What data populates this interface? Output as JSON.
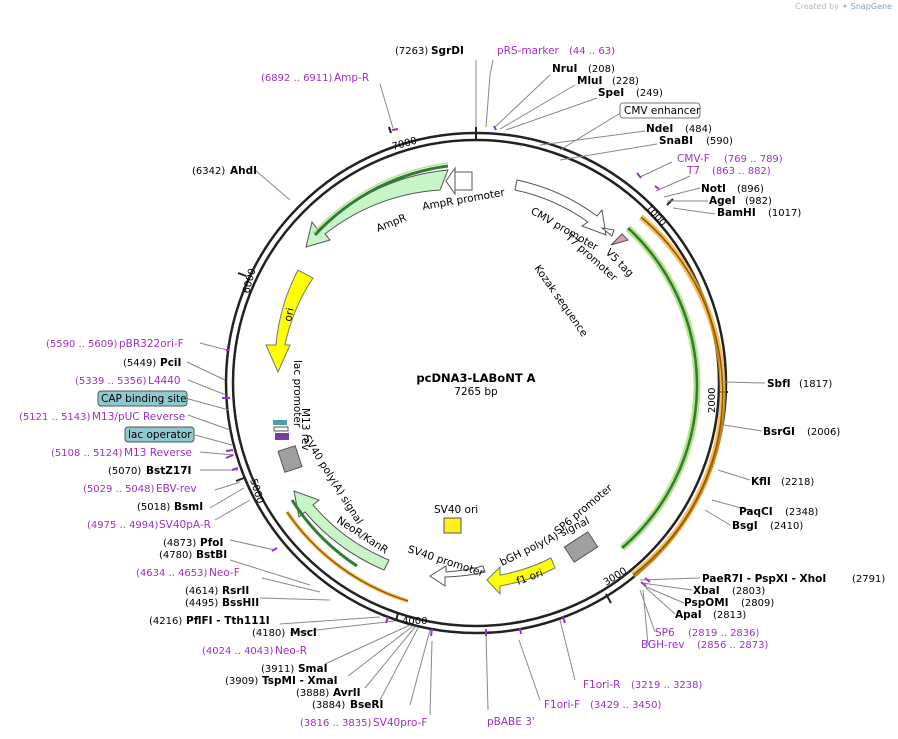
{
  "credit": {
    "prefix": "Created by",
    "brand": "SnapGene"
  },
  "plasmid": {
    "name": "pcDNA3-LABoNT A",
    "size": "7265 bp"
  },
  "ticks": [
    "1000",
    "2000",
    "3000",
    "4000",
    "5000",
    "6000",
    "7000"
  ],
  "sites": [
    {
      "enzyme": "SgrDI",
      "pos": "(7263)"
    },
    {
      "enzyme": "NruI",
      "pos": "(208)"
    },
    {
      "enzyme": "MluI",
      "pos": "(228)"
    },
    {
      "enzyme": "SpeI",
      "pos": "(249)"
    },
    {
      "enzyme": "NdeI",
      "pos": "(484)"
    },
    {
      "enzyme": "SnaBI",
      "pos": "(590)"
    },
    {
      "enzyme": "NotI",
      "pos": "(896)"
    },
    {
      "enzyme": "AgeI",
      "pos": "(982)"
    },
    {
      "enzyme": "BamHI",
      "pos": "(1017)"
    },
    {
      "enzyme": "SbfI",
      "pos": "(1817)"
    },
    {
      "enzyme": "BsrGI",
      "pos": "(2006)"
    },
    {
      "enzyme": "KflI",
      "pos": "(2218)"
    },
    {
      "enzyme": "PaqCI",
      "pos": "(2348)"
    },
    {
      "enzyme": "BsgI",
      "pos": "(2410)"
    },
    {
      "enzyme": "PaeR7I - PspXI - XhoI",
      "pos": "(2791)"
    },
    {
      "enzyme": "XbaI",
      "pos": "(2803)"
    },
    {
      "enzyme": "PspOMI",
      "pos": "(2809)"
    },
    {
      "enzyme": "ApaI",
      "pos": "(2813)"
    },
    {
      "enzyme": "MscI",
      "pos": "(4180)"
    },
    {
      "enzyme": "PflFI - Tth111I",
      "pos": "(4216)"
    },
    {
      "enzyme": "SmaI",
      "pos": "(3911)"
    },
    {
      "enzyme": "TspMI - XmaI",
      "pos": "(3909)"
    },
    {
      "enzyme": "AvrII",
      "pos": "(3888)"
    },
    {
      "enzyme": "BseRI",
      "pos": "(3884)"
    },
    {
      "enzyme": "BssHII",
      "pos": "(4495)"
    },
    {
      "enzyme": "RsrII",
      "pos": "(4614)"
    },
    {
      "enzyme": "BstBI",
      "pos": "(4780)"
    },
    {
      "enzyme": "PfoI",
      "pos": "(4873)"
    },
    {
      "enzyme": "BsmI",
      "pos": "(5018)"
    },
    {
      "enzyme": "BstZ17I",
      "pos": "(5070)"
    },
    {
      "enzyme": "PciI",
      "pos": "(5449)"
    },
    {
      "enzyme": "AhdI",
      "pos": "(6342)"
    }
  ],
  "primers": [
    {
      "name": "pRS-marker",
      "range": "(44 .. 63)"
    },
    {
      "name": "Amp-R",
      "range": "(6892 .. 6911)"
    },
    {
      "name": "CMV-F",
      "range": "(769 .. 789)"
    },
    {
      "name": "T7",
      "range": "(863 .. 882)"
    },
    {
      "name": "SP6",
      "range": "(2819 .. 2836)"
    },
    {
      "name": "BGH-rev",
      "range": "(2856 .. 2873)"
    },
    {
      "name": "F1ori-R",
      "range": "(3219 .. 3238)"
    },
    {
      "name": "F1ori-F",
      "range": "(3429 .. 3450)"
    },
    {
      "name": "pBABE 3'",
      "range": ""
    },
    {
      "name": "SV40pro-F",
      "range": "(3816 .. 3835)"
    },
    {
      "name": "Neo-R",
      "range": "(4024 .. 4043)"
    },
    {
      "name": "Neo-F",
      "range": "(4634 .. 4653)"
    },
    {
      "name": "SV40pA-R",
      "range": "(4975 .. 4994)"
    },
    {
      "name": "EBV-rev",
      "range": "(5029 .. 5048)"
    },
    {
      "name": "M13 Reverse",
      "range": "(5108 .. 5124)"
    },
    {
      "name": "M13/pUC Reverse",
      "range": "(5121 .. 5143)"
    },
    {
      "name": "L4440",
      "range": "(5339 .. 5356)"
    },
    {
      "name": "pBR322ori-F",
      "range": "(5590 .. 5609)"
    }
  ],
  "boxed_labels": [
    "CMV enhancer",
    "CAP binding site",
    "lac operator"
  ],
  "features": [
    "AmpR promoter",
    "AmpR",
    "ori",
    "lac promoter",
    "M13 rev",
    "SV40 poly(A) signal",
    "NeoR/KanR",
    "SV40 promoter",
    "SV40 ori",
    "f1 ori",
    "bGH poly(A) signal",
    "SP6 promoter",
    "CMV promoter",
    "T7 promoter",
    "V5 tag",
    "Kozak sequence"
  ],
  "colors": {
    "primer": "#9b30c9",
    "ampr": "#c8f5c8",
    "ori": "#ffff00",
    "promoter": "#ffffff",
    "orf": "#2e7d32",
    "orf_outline": "#f5a623",
    "v5": "#d8a0b8"
  }
}
